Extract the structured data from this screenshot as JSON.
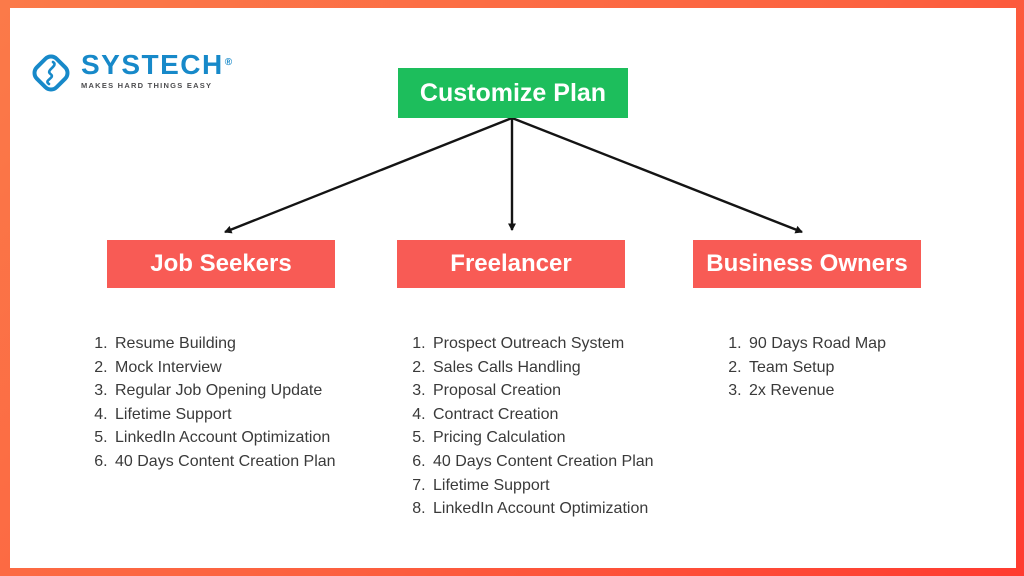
{
  "frame": {
    "border_gradient_start": "#FB7A49",
    "border_gradient_end": "#FF3B30",
    "background": "#FFFFFF"
  },
  "logo": {
    "brand": "SYSTECH",
    "registered_mark": "®",
    "tagline": "MAKES HARD THINGS EASY",
    "brand_color": "#1789C9",
    "tagline_color": "#4D4D4F"
  },
  "diagram": {
    "arrow_color": "#141414",
    "list_text_color": "#3A3A3A",
    "root": {
      "label": "Customize Plan",
      "color": "#1DBE5C",
      "text_color": "#FFFFFF"
    },
    "branches": [
      {
        "label": "Job Seekers",
        "color": "#F85B55",
        "text_color": "#FFFFFF",
        "items": [
          "Resume Building",
          "Mock Interview",
          "Regular Job Opening Update",
          "Lifetime Support",
          "LinkedIn Account Optimization",
          "40 Days Content Creation Plan"
        ]
      },
      {
        "label": "Freelancer",
        "color": "#F85B55",
        "text_color": "#FFFFFF",
        "items": [
          "Prospect Outreach System",
          "Sales Calls Handling",
          "Proposal Creation",
          "Contract Creation",
          "Pricing Calculation",
          "40 Days Content Creation Plan",
          "Lifetime Support",
          "LinkedIn Account Optimization"
        ]
      },
      {
        "label": "Business Owners",
        "color": "#F85B55",
        "text_color": "#FFFFFF",
        "items": [
          "90 Days Road Map",
          "Team Setup",
          "2x Revenue"
        ]
      }
    ]
  }
}
